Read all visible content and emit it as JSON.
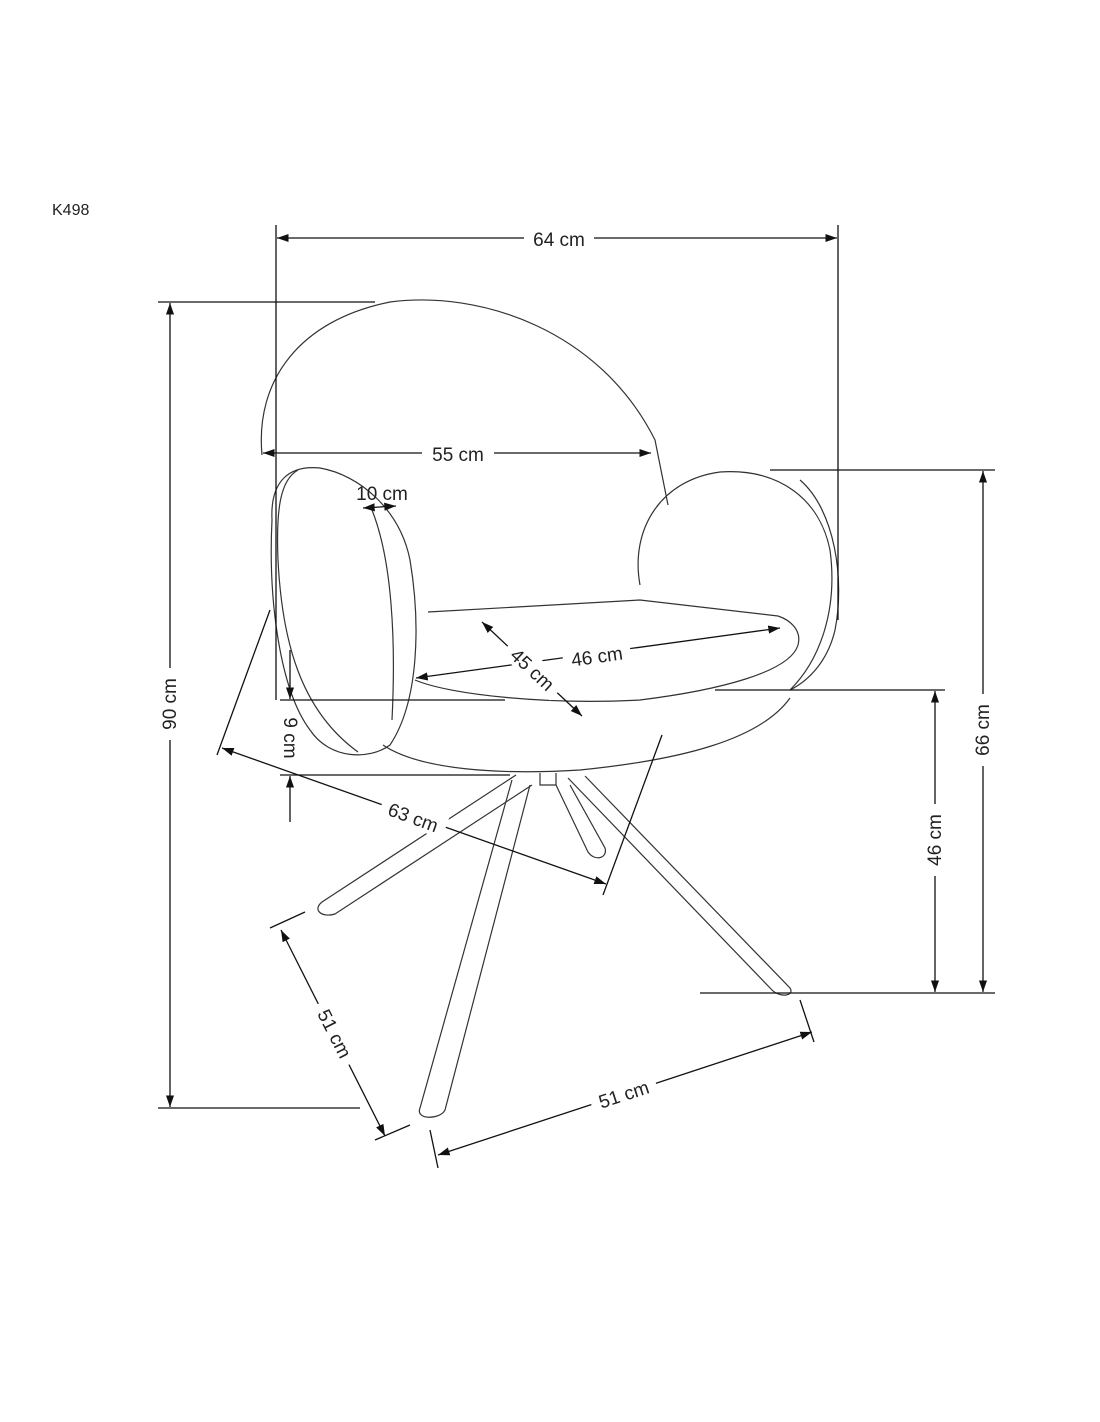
{
  "model": "K498",
  "dimensions": {
    "overall_width": "64 cm",
    "backrest_width": "55 cm",
    "armrest_thickness": "10 cm",
    "seat_depth": "45 cm",
    "seat_width": "46 cm",
    "overall_height": "90 cm",
    "seat_thickness": "9 cm",
    "overall_depth": "63 cm",
    "armrest_height": "66 cm",
    "seat_height": "46 cm",
    "base_depth": "51 cm",
    "base_width": "51 cm"
  }
}
